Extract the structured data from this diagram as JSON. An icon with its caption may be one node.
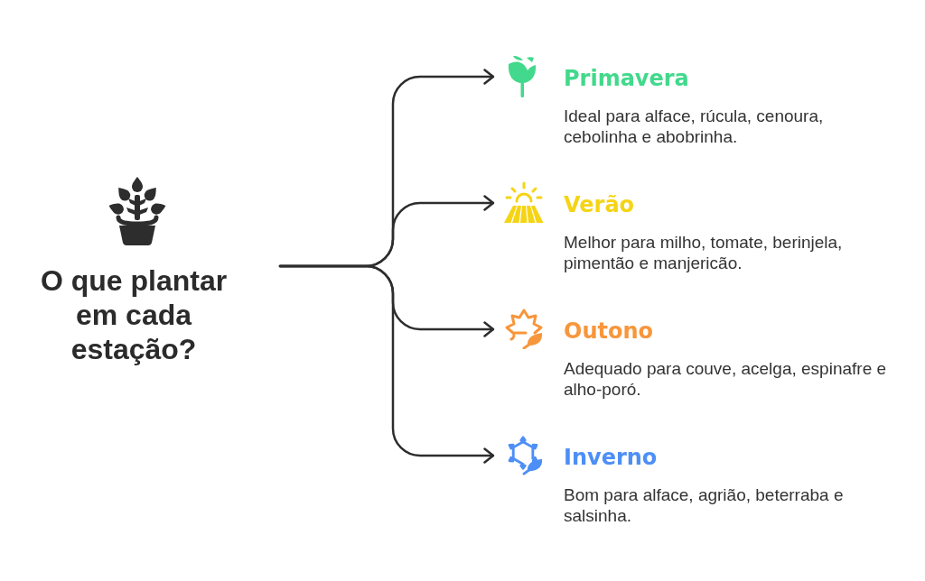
{
  "diagram": {
    "nodes": [
      {
        "text": [
          "O que plantar em cada estação?"
        ]
      },
      {
        "text": [
          "Primavera",
          "Ideal para alface, rúcula, cenoura, cebolinha e abobrinha."
        ]
      },
      {
        "text": [
          "Verão",
          "Melhor para milho, tomate, berinjela, pimentão e manjericão."
        ]
      },
      {
        "text": [
          "Outono",
          "Adequado para couve, acelga, espinafre e alho-poró."
        ]
      },
      {
        "text": [
          "Inverno",
          "Bom para alface, agrião, beterraba e salsinha."
        ]
      }
    ],
    "edges": [
      {
        "from": 0,
        "to": 1,
        "arrow": "to"
      },
      {
        "from": 0,
        "to": 2,
        "arrow": "to"
      },
      {
        "from": 0,
        "to": 3,
        "arrow": "to"
      },
      {
        "from": 0,
        "to": 4,
        "arrow": "to"
      }
    ]
  }
}
